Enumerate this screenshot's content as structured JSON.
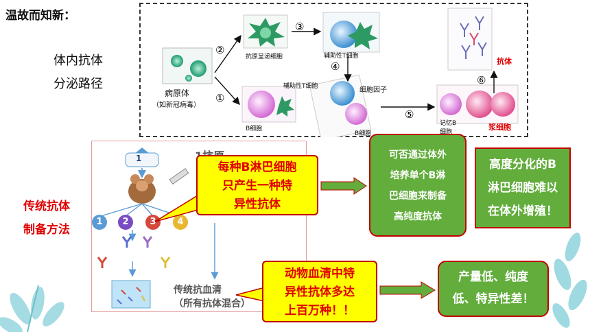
{
  "heading": "温故而知新：",
  "section1": {
    "line1": "体内抗体",
    "line2": "分泌路径"
  },
  "section2": {
    "line1": "传统抗体",
    "line2": "制备方法"
  },
  "pathway": {
    "pathogen_label": "病原体",
    "pathogen_sub": "（如新冠病毒）",
    "apc_label": "抗原呈递细胞",
    "helper_t_top": "辅助性T细胞",
    "helper_t_mid": "辅助性T细胞",
    "cytokine": "细胞因子",
    "b_cell": "B细胞",
    "b_cell_mid": "B细胞",
    "memory_b_1": "记忆B",
    "memory_b_2": "细胞",
    "plasma_cell": "浆细胞",
    "antibody": "抗体",
    "steps": [
      "①",
      "②",
      "③",
      "④",
      "⑤",
      "⑥"
    ]
  },
  "lower": {
    "antigen_title": "1抗原",
    "antigen_num": "1",
    "nums": [
      "1",
      "2",
      "3",
      "4"
    ],
    "serum_line1": "传统抗血清",
    "serum_line2": "（所有抗体混合）"
  },
  "callouts": {
    "bubble1": [
      "每种B淋巴细胞",
      "只产生一种特",
      "异性抗体"
    ],
    "green1": [
      "可否通过体外",
      "培养单个B淋",
      "巴细胞来制备",
      "高纯度抗体"
    ],
    "green2": [
      "高度分化的B",
      "淋巴细胞难以",
      "在体外增殖！"
    ],
    "bubble2": [
      "动物血清中特",
      "异性抗体多达",
      "上百万种！！"
    ],
    "green3": [
      "产量低、纯度",
      "低、特异性差！"
    ]
  },
  "colors": {
    "accent_red": "#e00000",
    "box_green": "#62ad3c",
    "bubble_yellow": "#ffff00",
    "arrow_blue": "#5b9bd5"
  }
}
